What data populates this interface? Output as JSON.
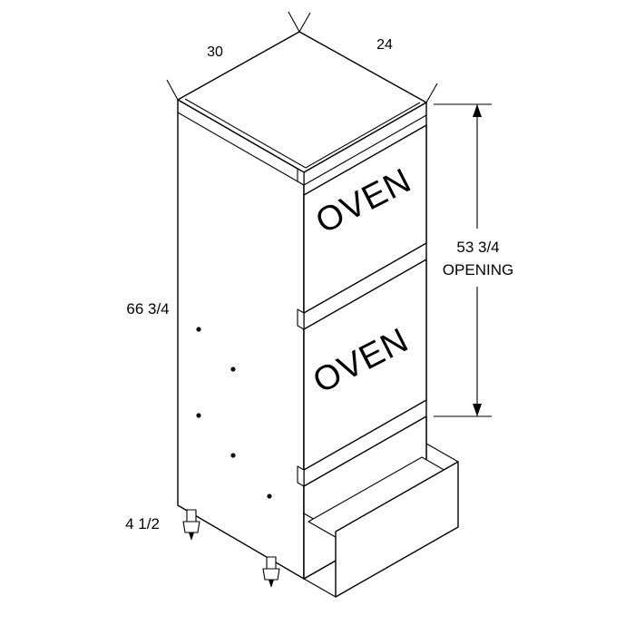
{
  "drawing": {
    "dimensions": {
      "width": "30",
      "depth": "24",
      "height": "66 3/4",
      "opening_height": "53 3/4",
      "opening_word": "OPENING",
      "toe_kick_height": "4 1/2"
    },
    "openings": {
      "upper_label": "OVEN",
      "lower_label": "OVEN"
    },
    "colors": {
      "line": "#000000",
      "background": "#ffffff"
    }
  }
}
